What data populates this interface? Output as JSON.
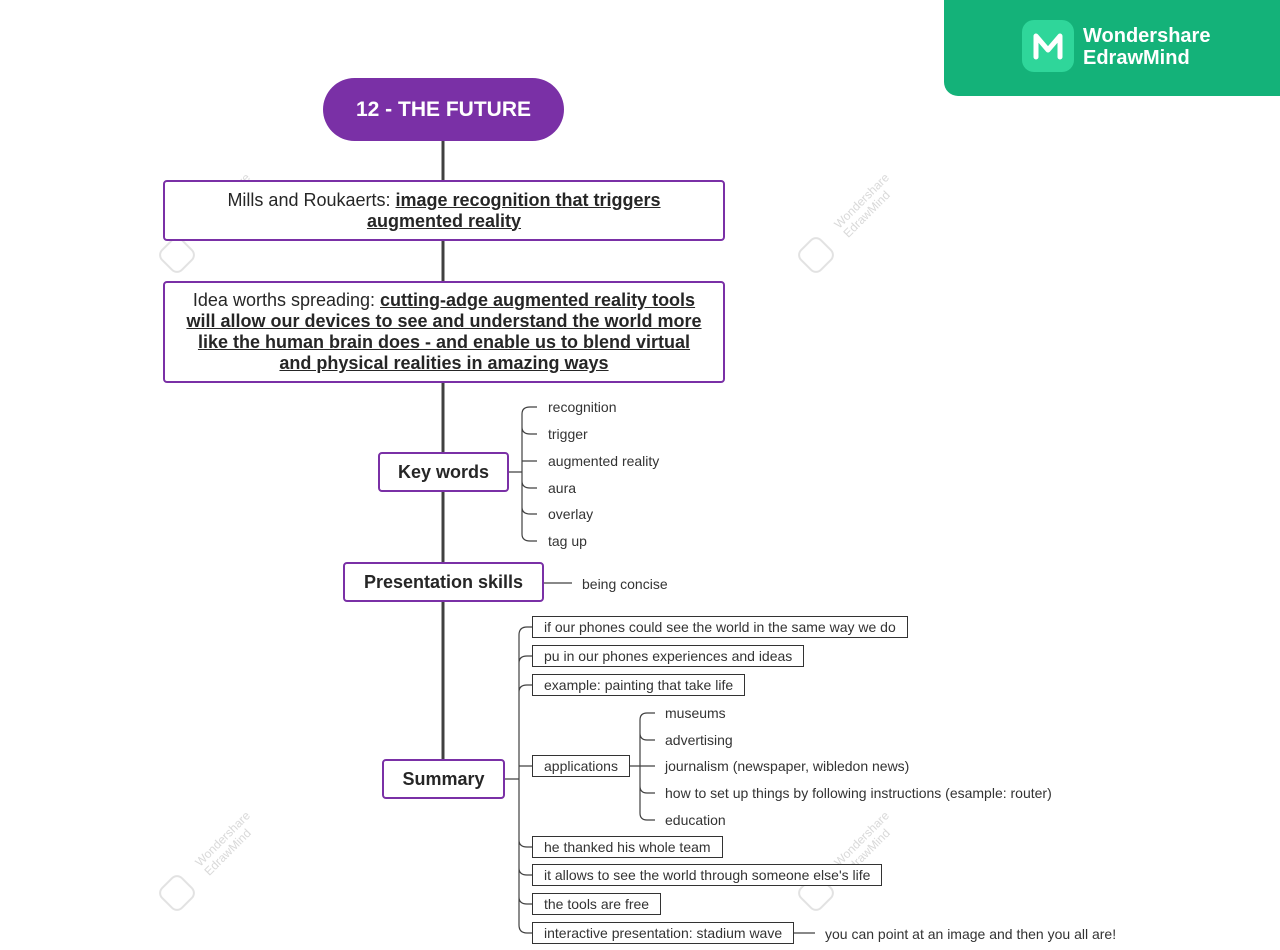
{
  "brand": {
    "name_line1": "Wondershare",
    "name_line2": "EdrawMind",
    "color": "#14b279",
    "icon": "edrawmind-logo-icon"
  },
  "mindmap": {
    "central_topic": "12 - THE FUTURE",
    "accent_color": "#7a30a6",
    "topics": {
      "mills": {
        "prefix": "Mills and Roukaerts: ",
        "emphasis_line1": "image recognition that triggers",
        "emphasis_line2": "augmented reality"
      },
      "idea": {
        "prefix": "Idea worths spreading: ",
        "emphasis_line1": "cutting-adge augmented reality tools",
        "emphasis_line2": "will allow our devices to see and understand the world more",
        "emphasis_line3": "like the human brain does - and enable us to blend virtual",
        "emphasis_line4": "and  physical realities in amazing ways"
      },
      "keywords": {
        "label": "Key words",
        "items": [
          "recognition",
          "trigger",
          "augmented reality",
          "aura",
          "overlay",
          "tag up"
        ]
      },
      "presentation": {
        "label": "Presentation skills",
        "items": [
          "being concise"
        ]
      },
      "summary": {
        "label": "Summary",
        "items": [
          "if our phones could see the world in the same way we do",
          "pu in our phones experiences and ideas",
          "example: painting that take life",
          "applications",
          "he thanked his whole team",
          "it allows to see the world through someone else's life",
          "the tools are free",
          "interactive presentation: stadium wave"
        ],
        "applications": [
          "museums",
          "advertising",
          "journalism (newspaper, wibledon news)",
          "how to set up things by following instructions  (esample: router)",
          "education"
        ],
        "stadium_wave_detail": "you can point at an image and then you all are!"
      }
    }
  },
  "watermark": {
    "line1": "Wondershare",
    "line2": "EdrawMind"
  }
}
